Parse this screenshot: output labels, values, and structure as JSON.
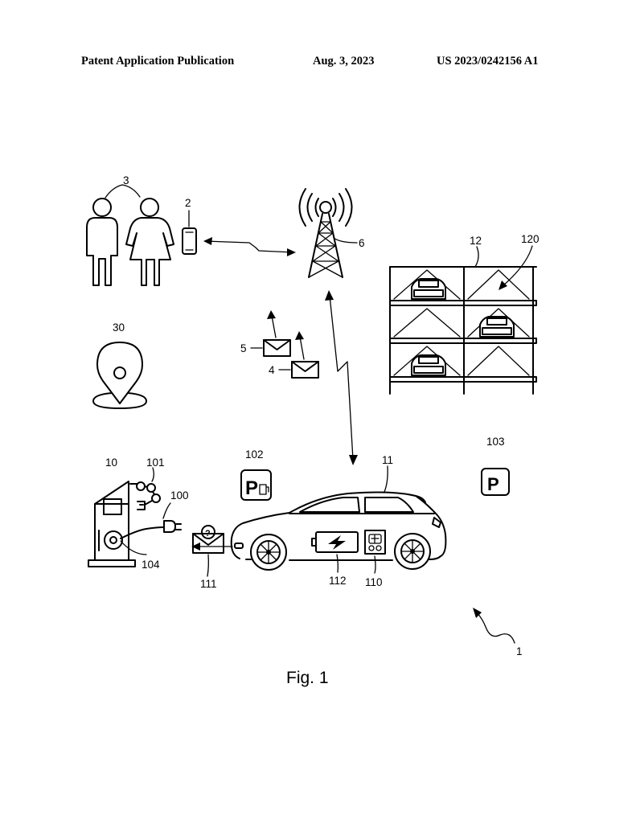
{
  "header": {
    "left": "Patent Application Publication",
    "middle": "Aug. 3, 2023",
    "right": "US 2023/0242156 A1"
  },
  "figure": {
    "caption": "Fig. 1",
    "labels": {
      "system": "1",
      "mobile_device": "2",
      "persons": "3",
      "message_4": "4",
      "message_5": "5",
      "antenna": "6",
      "charging_station": "10",
      "vehicle": "11",
      "parking_garage": "12",
      "location": "30",
      "plug": "100",
      "robot_arm": "101",
      "parking_sign_charging": "102",
      "parking_sign": "103",
      "charge_cable": "104",
      "control_unit": "110",
      "vehicle_message": "111",
      "battery": "112",
      "parking_space": "120"
    },
    "sign_letter": "P",
    "icons": [
      "person-male-icon",
      "person-female-icon",
      "smartphone-icon",
      "radio-tower-icon",
      "envelope-icon",
      "location-pin-icon",
      "parking-sign-icon",
      "car-icon",
      "battery-icon",
      "charging-station-icon"
    ]
  }
}
